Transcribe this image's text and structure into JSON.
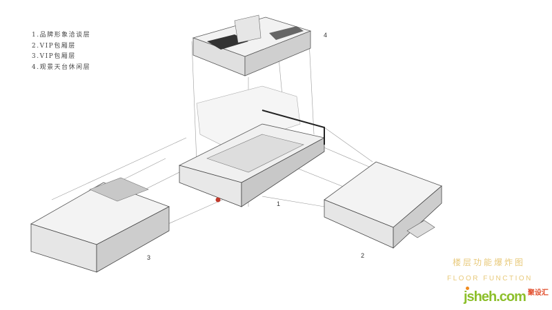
{
  "legend": {
    "items": [
      "1.品牌形象洽谈层",
      "2.VIP包厢层",
      "3.VIP包厢层",
      "4.观景天台休闲层"
    ]
  },
  "floor_labels": {
    "f1": "1",
    "f2": "2",
    "f3": "3",
    "f4": "4"
  },
  "title": {
    "cn": "楼层功能爆炸图",
    "en": "FLOOR FUNCTION",
    "color": "#e8c97a"
  },
  "watermark": {
    "text": "jsheh.com",
    "cn": "聚设汇"
  }
}
